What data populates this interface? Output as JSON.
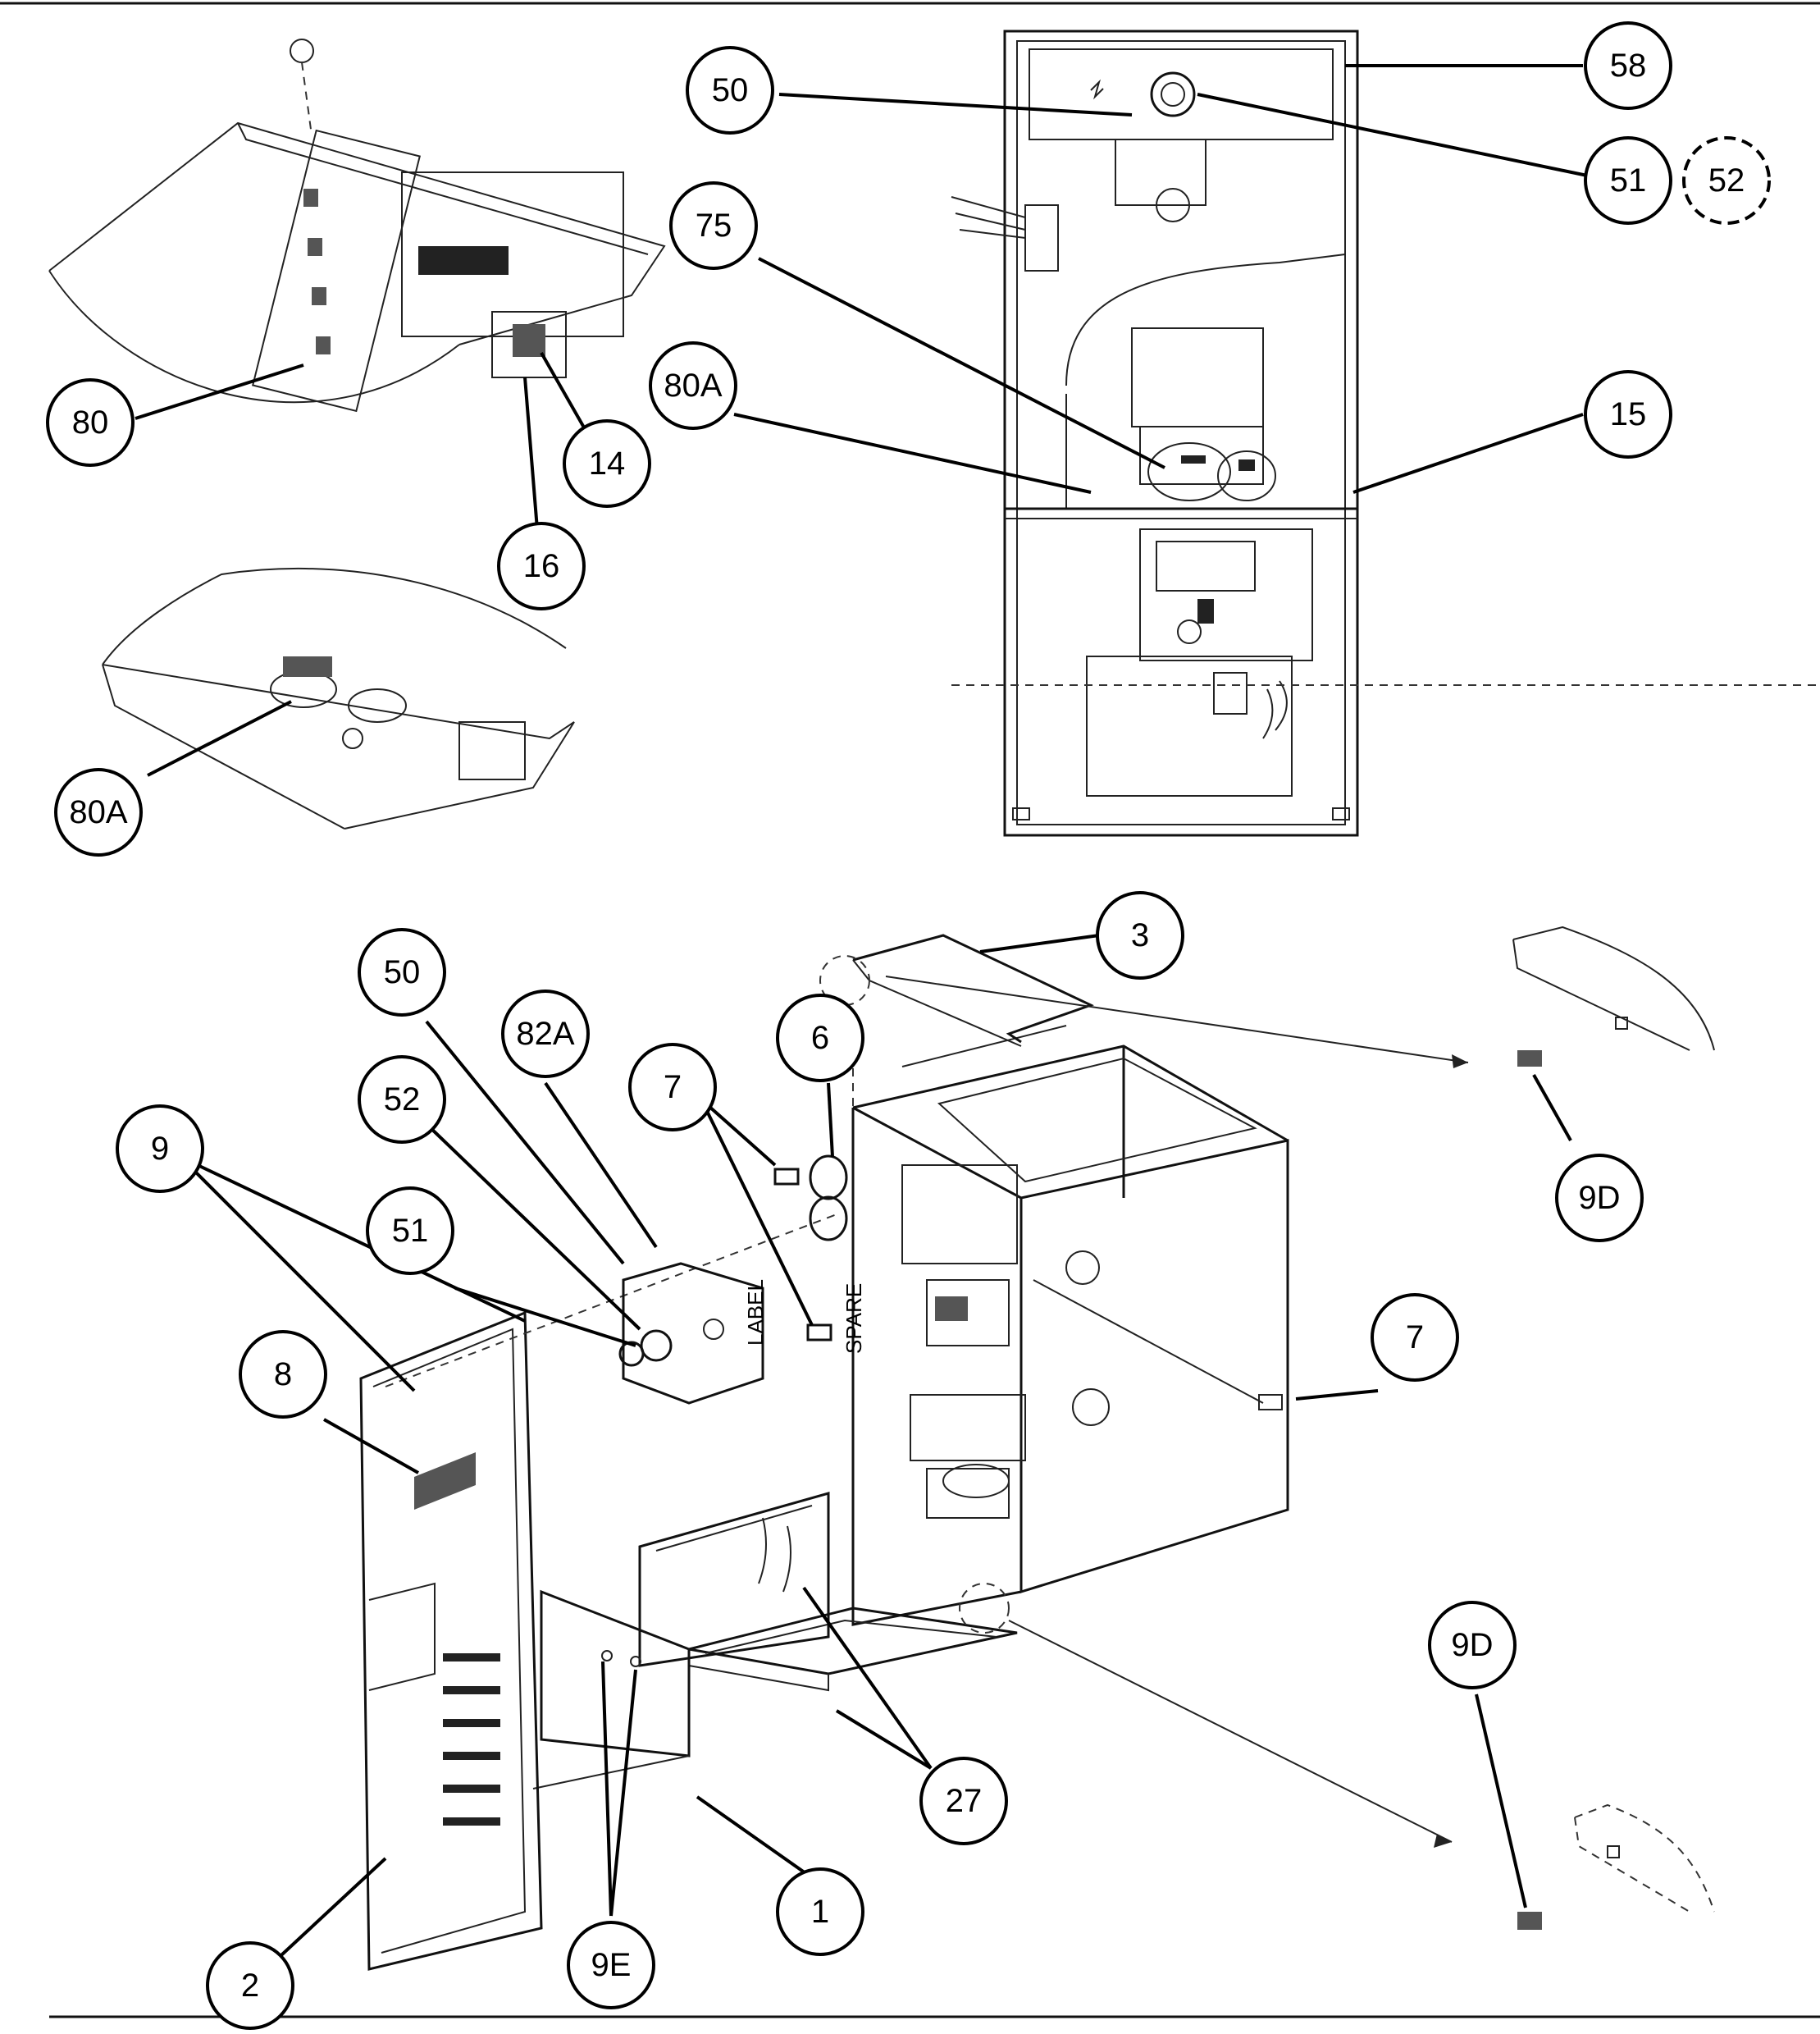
{
  "colors": {
    "ink": "#000000",
    "paper": "#ffffff"
  },
  "callouts": [
    {
      "id": "c50-top",
      "label": "50"
    },
    {
      "id": "c58",
      "label": "58"
    },
    {
      "id": "c51-top",
      "label": "51"
    },
    {
      "id": "c52-top",
      "label": "52"
    },
    {
      "id": "c75",
      "label": "75"
    },
    {
      "id": "c80a-top",
      "label": "80A"
    },
    {
      "id": "c15",
      "label": "15"
    },
    {
      "id": "c80",
      "label": "80"
    },
    {
      "id": "c14",
      "label": "14"
    },
    {
      "id": "c16",
      "label": "16"
    },
    {
      "id": "c80a-left",
      "label": "80A"
    },
    {
      "id": "c3",
      "label": "3"
    },
    {
      "id": "c50-mid",
      "label": "50"
    },
    {
      "id": "c82a",
      "label": "82A"
    },
    {
      "id": "c6",
      "label": "6"
    },
    {
      "id": "c7-mid",
      "label": "7"
    },
    {
      "id": "c52-mid",
      "label": "52"
    },
    {
      "id": "c9",
      "label": "9"
    },
    {
      "id": "c51-mid",
      "label": "51"
    },
    {
      "id": "c8",
      "label": "8"
    },
    {
      "id": "c7-right",
      "label": "7"
    },
    {
      "id": "c9d-top",
      "label": "9D"
    },
    {
      "id": "c9d-bottom",
      "label": "9D"
    },
    {
      "id": "c27",
      "label": "27"
    },
    {
      "id": "c2",
      "label": "2"
    },
    {
      "id": "c9e",
      "label": "9E"
    },
    {
      "id": "c1",
      "label": "1"
    }
  ],
  "panel_labels": {
    "rotated_a": "LABEL",
    "rotated_b": "SPARE"
  }
}
